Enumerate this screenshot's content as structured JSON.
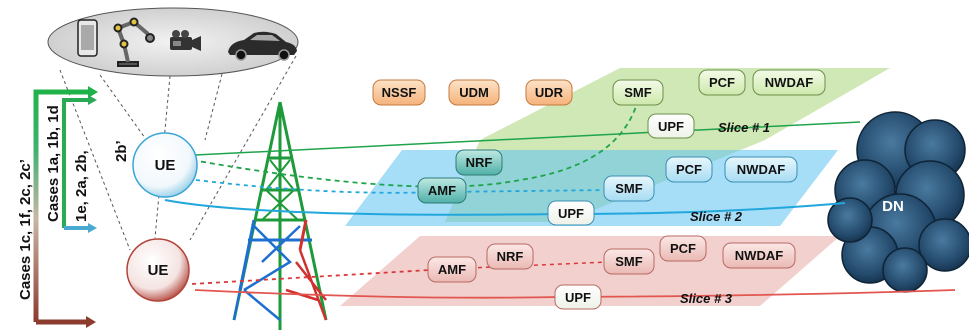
{
  "network_functions": {
    "nssf": "NSSF",
    "udm": "UDM",
    "udr": "UDR"
  },
  "slice1": {
    "label": "Slice # 1",
    "smf": "SMF",
    "pcf": "PCF",
    "nwdaf": "NWDAF",
    "upf": "UPF",
    "color": "#a9d47a"
  },
  "slice2": {
    "label": "Slice # 2",
    "nrf": "NRF",
    "amf": "AMF",
    "smf": "SMF",
    "pcf": "PCF",
    "nwdaf": "NWDAF",
    "upf": "UPF",
    "color": "#5cc3f2"
  },
  "slice3": {
    "label": "Slice # 3",
    "amf": "AMF",
    "nrf": "NRF",
    "smf": "SMF",
    "pcf": "PCF",
    "nwdaf": "NWDAF",
    "upf": "UPF",
    "color": "#e8b0ad"
  },
  "ue_top": "UE",
  "ue_bottom": "UE",
  "dn": "DN",
  "cases": {
    "outer": "Cases 1c, 1f, 2c, 2c’",
    "middle": "Cases 1a, 1b, 1d",
    "inner_line1": "1e, 2a, 2b,",
    "inner_line2": "2b’"
  },
  "devices": [
    "phone-icon",
    "robot-arm-icon",
    "video-camera-icon",
    "car-icon"
  ]
}
